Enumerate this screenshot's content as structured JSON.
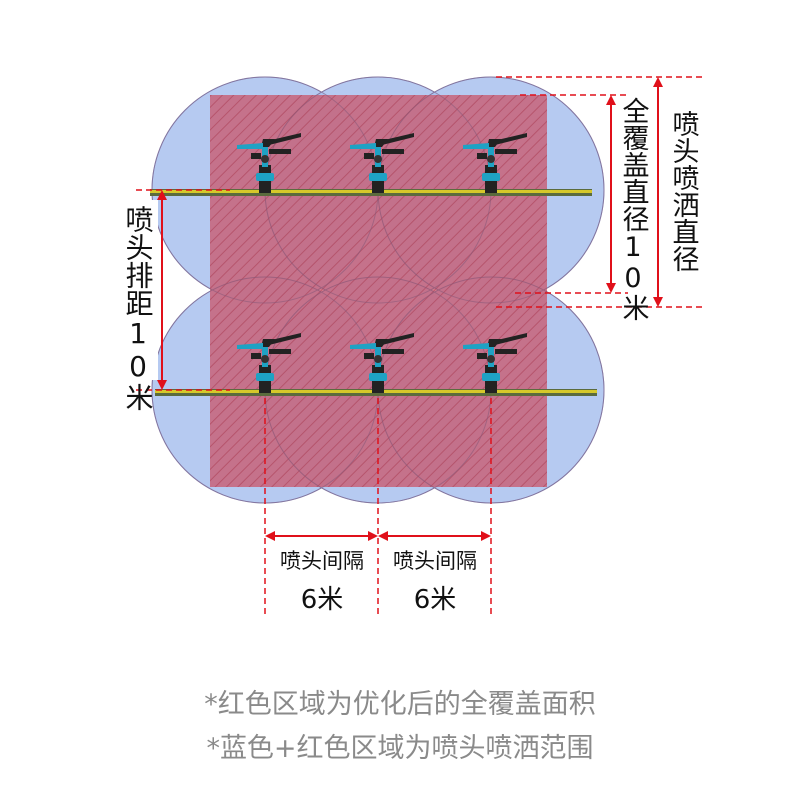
{
  "labels": {
    "row_spacing_text": "喷头排距10米",
    "full_cover_diameter_text": "全覆盖直径10米",
    "spray_diameter_text": "喷头喷洒直径",
    "interval_label_1": "喷头间隔",
    "interval_value_1": "6米",
    "interval_label_2": "喷头间隔",
    "interval_value_2": "6米"
  },
  "notes": {
    "note1": "*红色区域为优化后的全覆盖面积",
    "note2": "*蓝色+红色区域为喷头喷洒范围"
  },
  "sprinklers": {
    "rows": 2,
    "per_row": 3
  },
  "colors": {
    "spray_circle": "#a9c1ee",
    "spray_circle_stroke": "#7d96c9",
    "coverage_fill": "#c95a6e",
    "hatch": "#a93c52",
    "dimension_line": "#e0101a",
    "pipe_yellow": "#d6c82a",
    "pipe_dark": "#5b6b3d",
    "sprinkler_teal": "#1ea2c4",
    "sprinkler_dark": "#222222"
  }
}
